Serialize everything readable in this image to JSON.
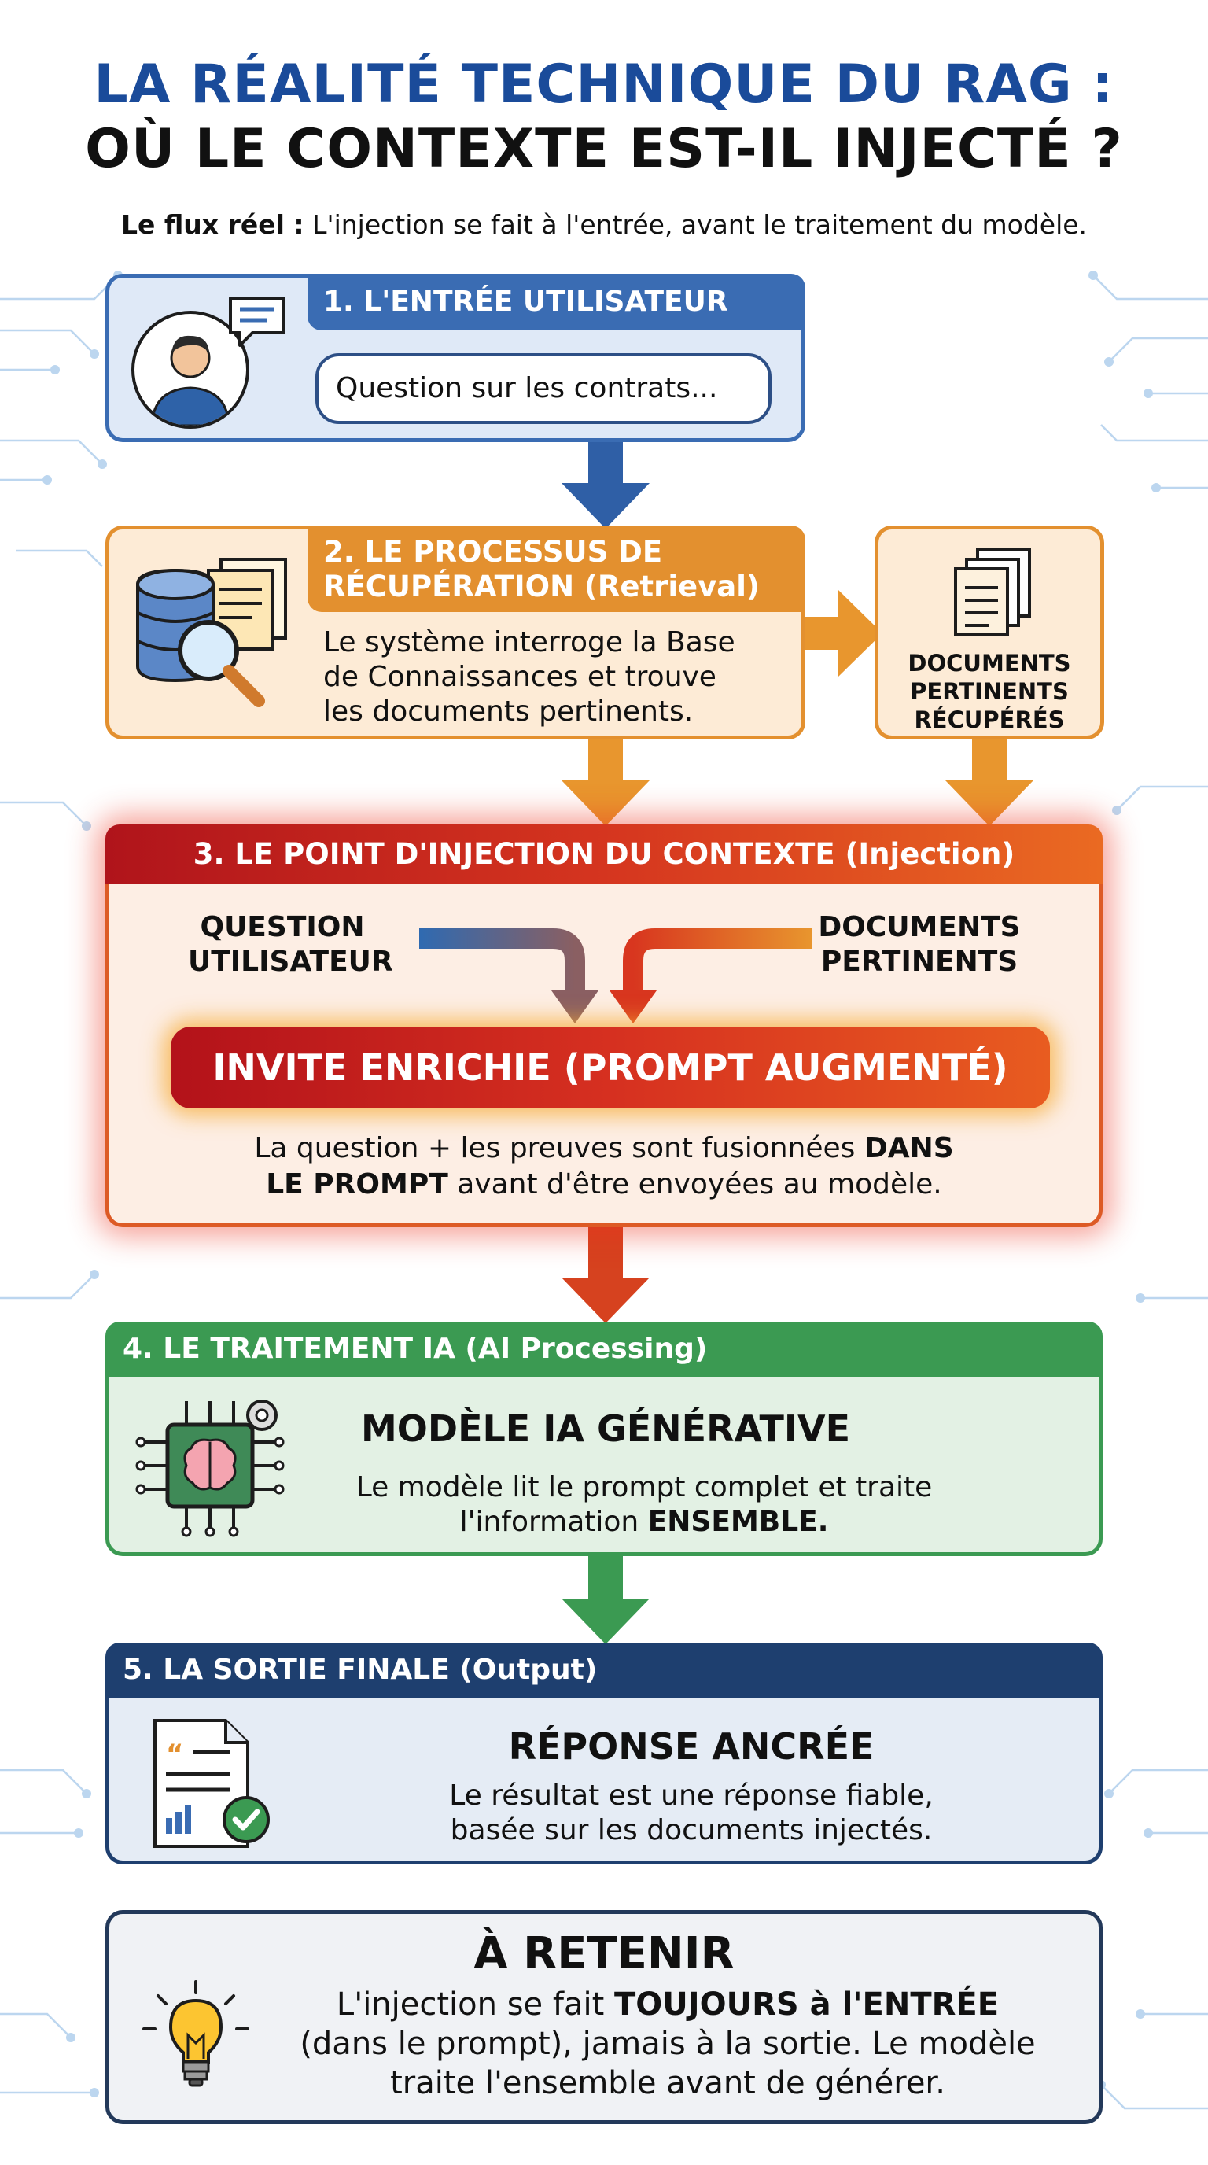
{
  "title": {
    "line1": "LA RÉALITÉ TECHNIQUE DU RAG :",
    "line2": "OÙ LE CONTEXTE EST-IL INJECTÉ ?"
  },
  "subtitle": {
    "bold": "Le flux réel :",
    "text": " L'injection se fait à l'entrée, avant le traitement du modèle."
  },
  "step1": {
    "header": "1. L'ENTRÉE UTILISATEUR",
    "bubble": "Question sur les contrats..."
  },
  "step2": {
    "header_line1": "2. LE PROCESSUS DE",
    "header_line2": "RÉCUPÉRATION (Retrieval)",
    "text_line1": "Le système interroge la Base",
    "text_line2": "de Connaissances et trouve",
    "text_line3": "les documents pertinents.",
    "docs_line1": "DOCUMENTS",
    "docs_line2": "PERTINENTS",
    "docs_line3": "RÉCUPÉRÉS"
  },
  "step3": {
    "header": "3. LE POINT D'INJECTION DU CONTEXTE (Injection)",
    "question_line1": "QUESTION",
    "question_line2": "UTILISATEUR",
    "docs_line1": "DOCUMENTS",
    "docs_line2": "PERTINENTS",
    "pill": "INVITE ENRICHIE (PROMPT AUGMENTÉ)",
    "text_a": "La question + les preuves sont fusionnées ",
    "text_b": "DANS",
    "text_c": "LE PROMPT",
    "text_d": " avant d'être envoyées au modèle."
  },
  "step4": {
    "header": "4. LE TRAITEMENT IA (AI Processing)",
    "title": "MODÈLE IA GÉNÉRATIVE",
    "text_line1": "Le modèle lit le prompt complet et traite",
    "text_a": "l'information ",
    "text_b": "ENSEMBLE."
  },
  "step5": {
    "header": "5. LA SORTIE FINALE (Output)",
    "title": "RÉPONSE ANCRÉE",
    "text_line1": "Le résultat est une réponse fiable,",
    "text_line2": "basée sur les documents injectés."
  },
  "takeaway": {
    "title": "À RETENIR",
    "text_a": "L'injection se fait ",
    "text_b": "TOUJOURS à l'ENTRÉE",
    "text_line2": "(dans le prompt), jamais à la sortie. Le modèle",
    "text_line3": "traite l'ensemble avant de générer."
  },
  "icons": {
    "step1": "user-chat-icon",
    "step2": "database-search-icon",
    "docs": "documents-stack-icon",
    "step4": "ai-chip-brain-icon",
    "step5": "verified-document-icon",
    "takeaway": "lightbulb-icon"
  },
  "colors": {
    "blue": "#3a6cb3",
    "orange": "#e3902f",
    "red": "#d5351f",
    "green": "#3b9a52",
    "navy": "#1e3f6f"
  }
}
